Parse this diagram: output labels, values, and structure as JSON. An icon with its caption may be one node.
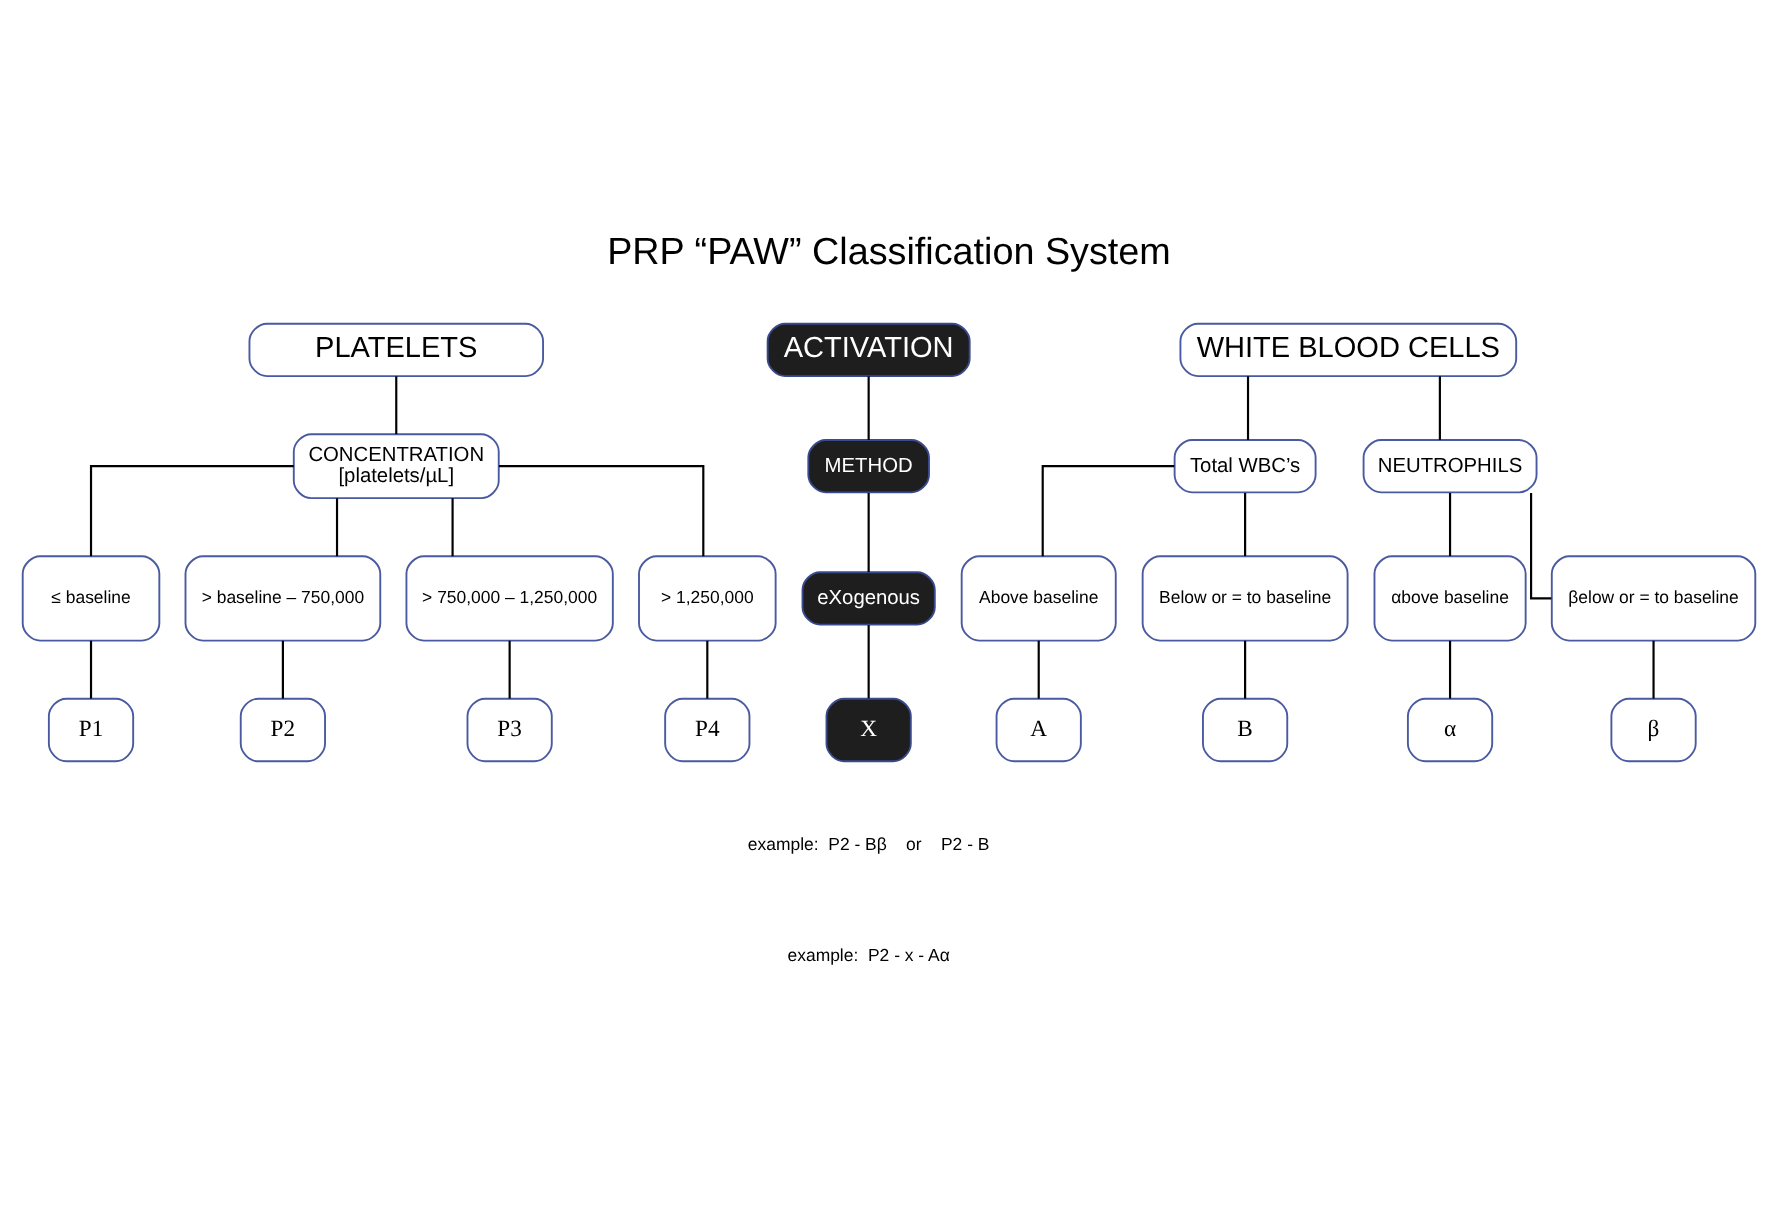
{
  "diagram": {
    "title": "PRP “PAW” Classification System",
    "nodes": [
      {
        "text": [
          "PLATELETS"
        ]
      },
      {
        "text": [
          "ACTIVATION"
        ]
      },
      {
        "text": [
          "WHITE BLOOD CELLS"
        ]
      },
      {
        "text": [
          "CONCENTRATION",
          "[platelets/µL]"
        ]
      },
      {
        "text": [
          "METHOD"
        ]
      },
      {
        "text": [
          "Total WBC’s"
        ]
      },
      {
        "text": [
          "NEUTROPHILS"
        ]
      },
      {
        "text": [
          "≤ baseline"
        ]
      },
      {
        "text": [
          "> baseline – 750,000"
        ]
      },
      {
        "text": [
          "> 750,000 – 1,250,000"
        ]
      },
      {
        "text": [
          "> 1,250,000"
        ]
      },
      {
        "text": [
          "eXogenous"
        ]
      },
      {
        "text": [
          "Above baseline"
        ]
      },
      {
        "text": [
          "Below or = to baseline"
        ]
      },
      {
        "text": [
          "αbove baseline"
        ]
      },
      {
        "text": [
          "βelow or = to baseline"
        ]
      },
      {
        "text": [
          "P1"
        ]
      },
      {
        "text": [
          "P2"
        ]
      },
      {
        "text": [
          "P3"
        ]
      },
      {
        "text": [
          "P4"
        ]
      },
      {
        "text": [
          "X"
        ]
      },
      {
        "text": [
          "A"
        ]
      },
      {
        "text": [
          "B"
        ]
      },
      {
        "text": [
          "α"
        ]
      },
      {
        "text": [
          "β"
        ]
      }
    ],
    "edges": [
      {
        "from": 0,
        "to": 3,
        "arrow": "none"
      },
      {
        "from": 3,
        "to": 7,
        "arrow": "none"
      },
      {
        "from": 3,
        "to": 8,
        "arrow": "none"
      },
      {
        "from": 3,
        "to": 9,
        "arrow": "none"
      },
      {
        "from": 3,
        "to": 10,
        "arrow": "none"
      },
      {
        "from": 7,
        "to": 16,
        "arrow": "none"
      },
      {
        "from": 8,
        "to": 17,
        "arrow": "none"
      },
      {
        "from": 9,
        "to": 18,
        "arrow": "none"
      },
      {
        "from": 10,
        "to": 19,
        "arrow": "none"
      },
      {
        "from": 1,
        "to": 4,
        "arrow": "none"
      },
      {
        "from": 4,
        "to": 11,
        "arrow": "none"
      },
      {
        "from": 11,
        "to": 20,
        "arrow": "none"
      },
      {
        "from": 2,
        "to": 5,
        "arrow": "none"
      },
      {
        "from": 2,
        "to": 6,
        "arrow": "none"
      },
      {
        "from": 5,
        "to": 12,
        "arrow": "none"
      },
      {
        "from": 5,
        "to": 13,
        "arrow": "none"
      },
      {
        "from": 6,
        "to": 14,
        "arrow": "none"
      },
      {
        "from": 6,
        "to": 15,
        "arrow": "none"
      },
      {
        "from": 12,
        "to": 21,
        "arrow": "none"
      },
      {
        "from": 13,
        "to": 22,
        "arrow": "none"
      },
      {
        "from": 14,
        "to": 23,
        "arrow": "none"
      },
      {
        "from": 15,
        "to": 24,
        "arrow": "none"
      }
    ],
    "labels": [
      "example:  P2 - Bβ    or    P2 - B",
      "example:  P2 - x - Aα"
    ]
  }
}
